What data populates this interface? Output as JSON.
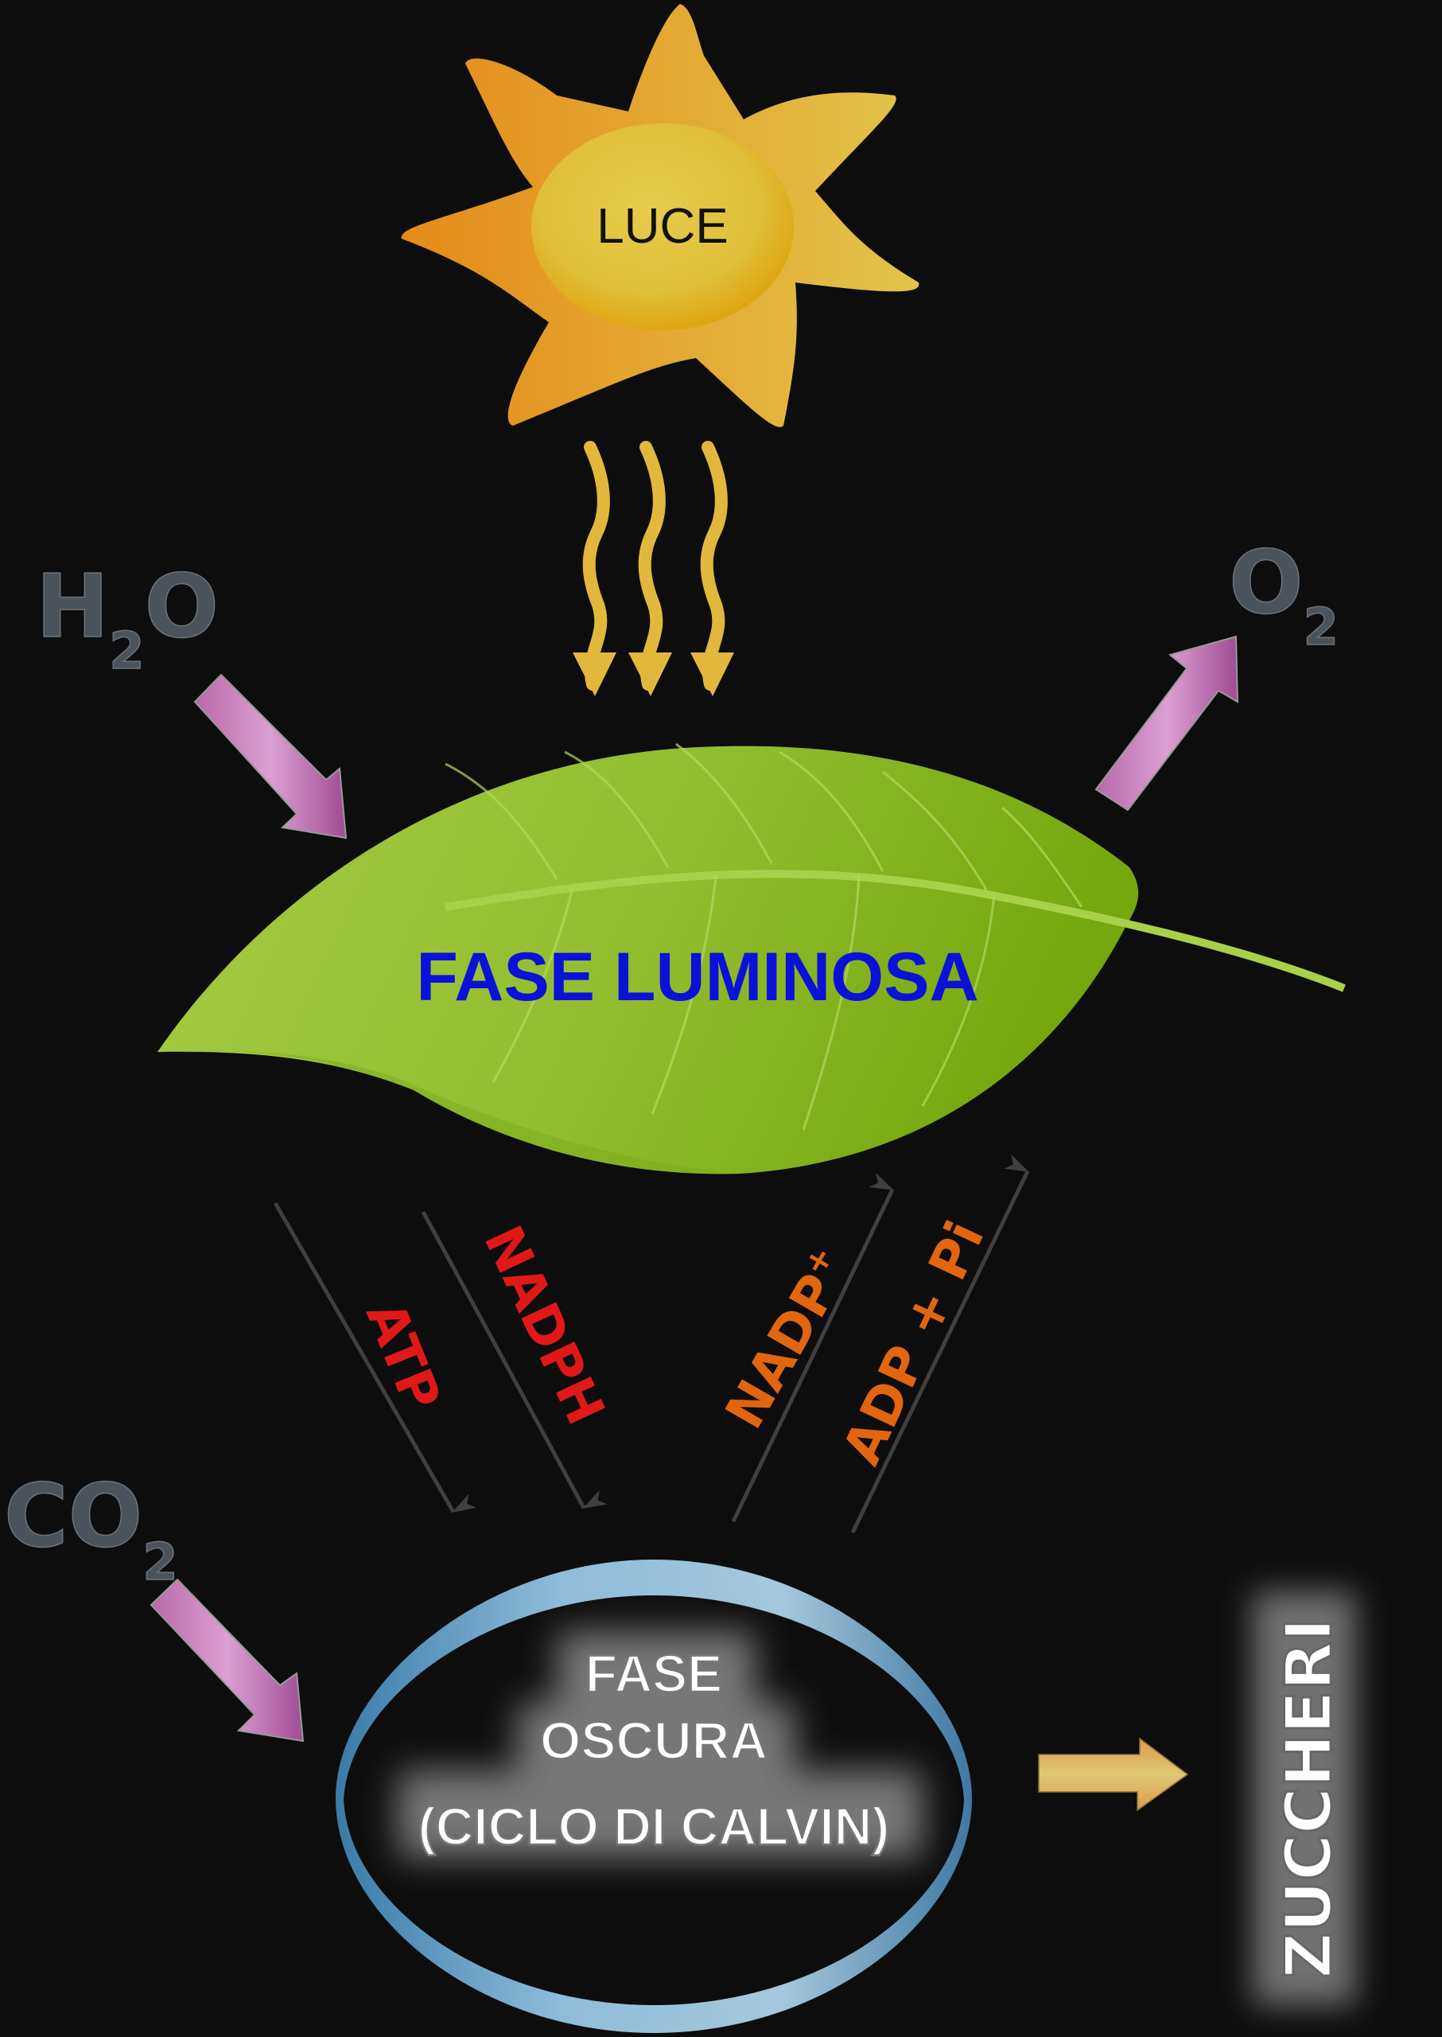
{
  "title": "Fotosintesi: fase luminosa e fase oscura",
  "colors": {
    "background": "#0d0d0d",
    "sun_light": "#e2c44a",
    "sun_dark": "#e58a1a",
    "light_ray": "#e2b83c",
    "leaf_light": "#a2c83f",
    "leaf_dark": "#78a812",
    "leaf_text": "#0b12d8",
    "molecule_text": "#4a535b",
    "input_arrow": "#c278b4",
    "thin_arrow": "#3f3f3f",
    "produced_text": "#e01818",
    "returned_text": "#e2650f",
    "cycle_ring": "#7fb2d4",
    "product_arrow": "#e0b45a",
    "glow_text": "#ffffff"
  },
  "sun": {
    "label": "LUCE"
  },
  "light_rays": {
    "count": 3
  },
  "inputs": {
    "water": {
      "base": "H",
      "sub": "2",
      "tail": "O"
    },
    "oxygen": {
      "base": "O",
      "sub": "2"
    },
    "carbon_dioxide": {
      "base": "CO",
      "sub": "2"
    }
  },
  "light_phase": {
    "label": "FASE LUMINOSA"
  },
  "transfers": {
    "to_dark_phase": [
      {
        "label": "ATP"
      },
      {
        "label": "NADPH"
      }
    ],
    "to_light_phase": [
      {
        "base": "NADP",
        "sup": "+"
      },
      {
        "label": "ADP + Pi"
      }
    ]
  },
  "dark_phase": {
    "line1": "FASE",
    "line2": "OSCURA",
    "line3": "(CICLO DI CALVIN)"
  },
  "product": {
    "label": "ZUCCHERI"
  }
}
